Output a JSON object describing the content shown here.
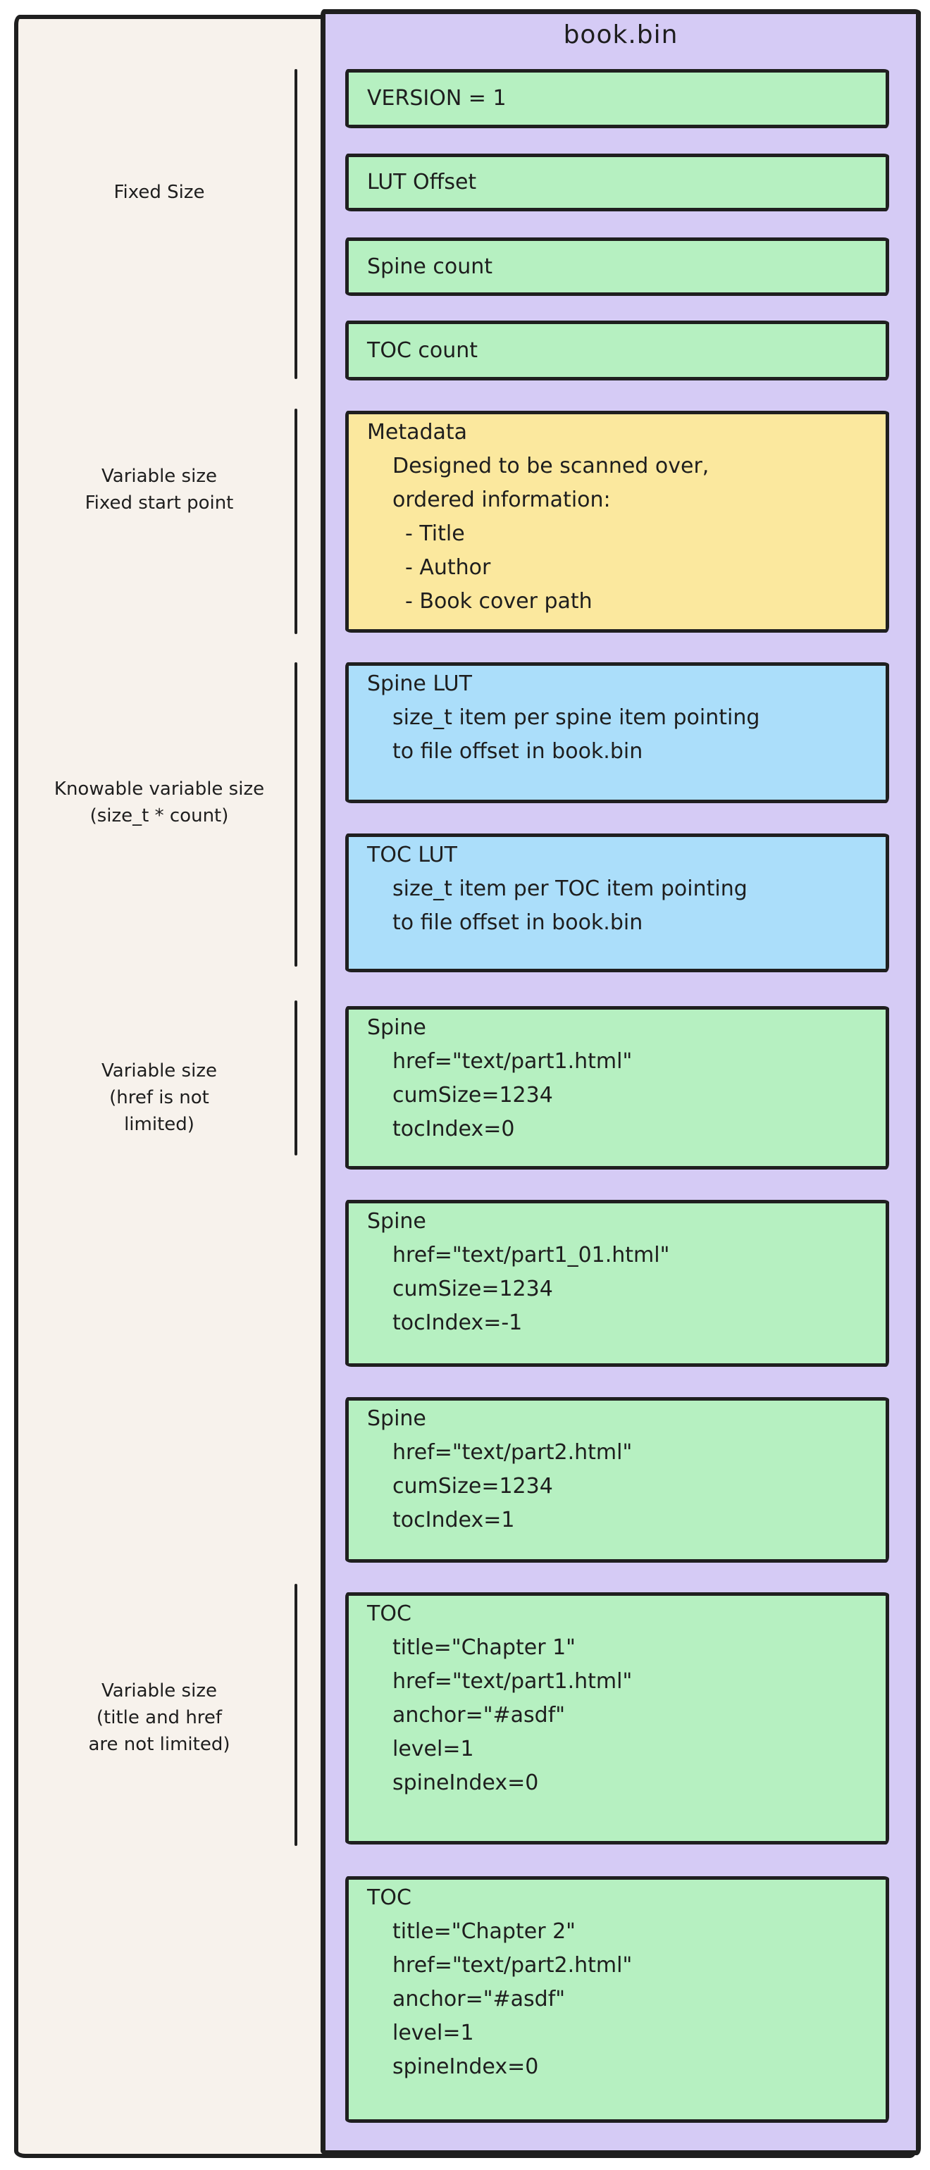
{
  "title": "book.bin",
  "colors": {
    "canvas": "#ffffff",
    "panel": "#f7f2ec",
    "container": "#d5cbf5",
    "green": "#b6f0c1",
    "yellow": "#fbe89e",
    "blue": "#abdefa",
    "stroke": "#1f1f1f",
    "text": "#1e1e1e"
  },
  "side_labels": [
    {
      "lines": [
        "Fixed Size"
      ]
    },
    {
      "lines": [
        "Variable size",
        "Fixed start point"
      ]
    },
    {
      "lines": [
        "Knowable variable size",
        "(size_t * count)"
      ]
    },
    {
      "lines": [
        "Variable size",
        "(href is not",
        "limited)"
      ]
    },
    {
      "lines": [
        "Variable size",
        "(title and href",
        "are not limited)"
      ]
    }
  ],
  "blocks": [
    {
      "color": "green",
      "lines": [
        "VERSION = 1"
      ]
    },
    {
      "color": "green",
      "lines": [
        "LUT Offset"
      ]
    },
    {
      "color": "green",
      "lines": [
        "Spine count"
      ]
    },
    {
      "color": "green",
      "lines": [
        "TOC count"
      ]
    },
    {
      "color": "yellow",
      "lines": [
        "Metadata",
        "Designed to be scanned over,",
        "ordered information:",
        "- Title",
        "- Author",
        "- Book cover path"
      ]
    },
    {
      "color": "blue",
      "lines": [
        "Spine LUT",
        "size_t item per spine item pointing",
        "to file offset in book.bin"
      ]
    },
    {
      "color": "blue",
      "lines": [
        "TOC LUT",
        "size_t item per TOC item pointing",
        "to file offset in book.bin"
      ]
    },
    {
      "color": "green",
      "lines": [
        "Spine",
        "href=\"text/part1.html\"",
        "cumSize=1234",
        "tocIndex=0"
      ]
    },
    {
      "color": "green",
      "lines": [
        "Spine",
        "href=\"text/part1_01.html\"",
        "cumSize=1234",
        "tocIndex=-1"
      ]
    },
    {
      "color": "green",
      "lines": [
        "Spine",
        "href=\"text/part2.html\"",
        "cumSize=1234",
        "tocIndex=1"
      ]
    },
    {
      "color": "green",
      "lines": [
        "TOC",
        "title=\"Chapter 1\"",
        "href=\"text/part1.html\"",
        "anchor=\"#asdf\"",
        "level=1",
        "spineIndex=0"
      ]
    },
    {
      "color": "green",
      "lines": [
        "TOC",
        "title=\"Chapter 2\"",
        "href=\"text/part2.html\"",
        "anchor=\"#asdf\"",
        "level=1",
        "spineIndex=0"
      ]
    }
  ]
}
